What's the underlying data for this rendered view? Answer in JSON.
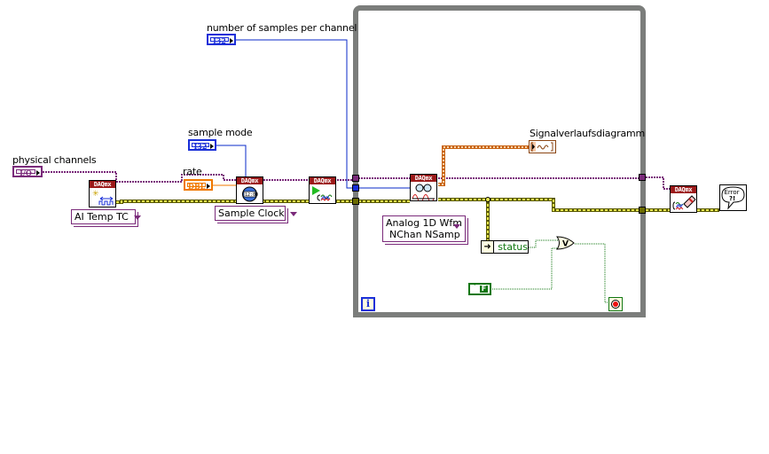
{
  "diagram": {
    "title": "LabVIEW Block Diagram - DAQmx Temperature Acquisition",
    "labels": {
      "physical_channels": "physical channels",
      "sample_mode": "sample mode",
      "rate": "rate",
      "number_of_samples": "number of samples per channel",
      "graph": "Signalverlaufsdiagramm",
      "status": "status"
    },
    "constants": {
      "physical_channels_type": "I/O",
      "sample_mode_type": "I32",
      "rate_type": "DBL",
      "samples_type": "I32",
      "false_constant": "F"
    },
    "rings": {
      "create_channel": "AI Temp TC",
      "timing": "Sample Clock",
      "read_line1": "Analog 1D Wfm",
      "read_line2": "NChan NSamp"
    },
    "vis": {
      "create_channel": "DAQmx",
      "timing": "DAQmx",
      "start": "DAQmx",
      "read": "DAQmx",
      "clear": "DAQmx",
      "error_handler": "Error\n?!"
    },
    "loop": {
      "iteration_label": "i"
    },
    "colors": {
      "refnum_wire": "#7a2a7a",
      "i32_wire": "#0a28c8",
      "dbl_wire": "#f07800",
      "error_wire": "#6b6b00",
      "bool_wire": "#117711",
      "loop_border": "#7b7d7b",
      "vi_header": "#9c1a1a"
    }
  }
}
